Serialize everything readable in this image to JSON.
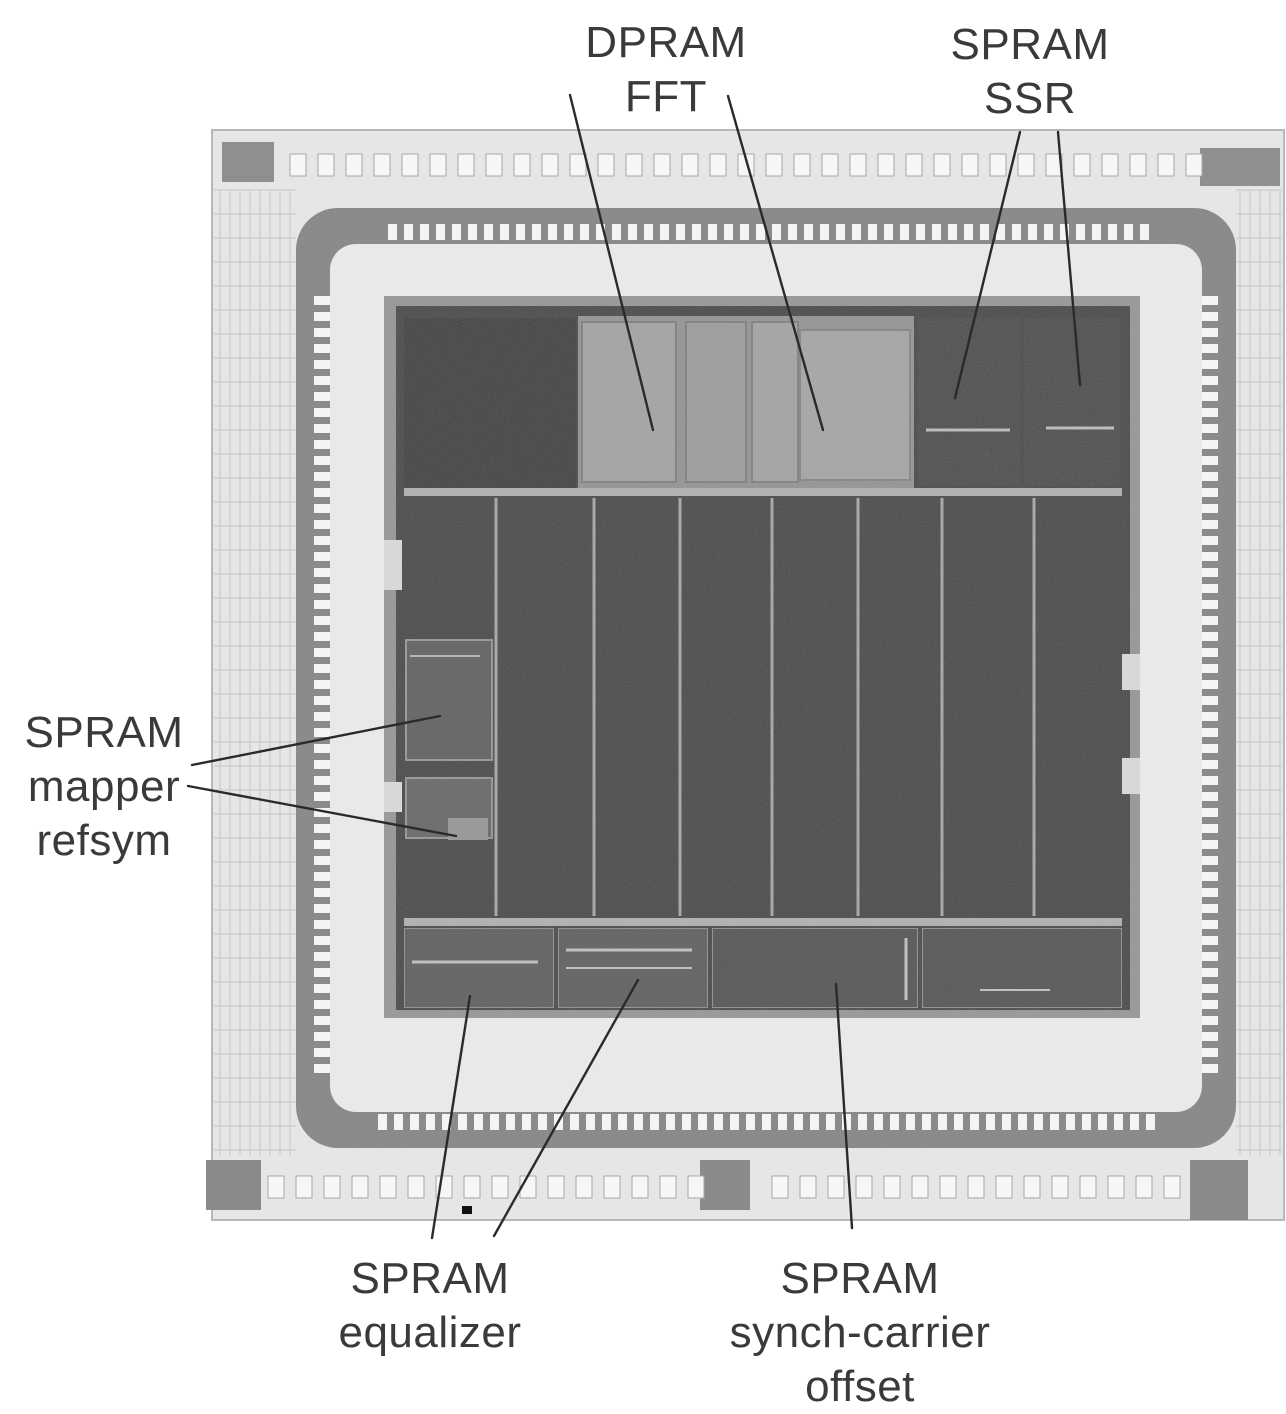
{
  "labels": {
    "dpram_fft": {
      "line1": "DPRAM",
      "line2": "FFT"
    },
    "spram_ssr": {
      "line1": "SPRAM",
      "line2": "SSR"
    },
    "spram_mapper_refsym": {
      "line1": "SPRAM",
      "line2": "mapper",
      "line3": "refsym"
    },
    "spram_equalizer": {
      "line1": "SPRAM",
      "line2": "equalizer"
    },
    "spram_synch_carrier_offset": {
      "line1": "SPRAM",
      "line2": "synch-carrier",
      "line3": "offset"
    }
  },
  "colors": {
    "background": "#ffffff",
    "label_text": "#3a3a3a",
    "leader_line": "#2a2a2a",
    "die_core": "#5a5a5a",
    "pad_ring": "#9a9a9a",
    "sram_block": "#8a8a8a",
    "bond_pad": "#f2f2f2"
  }
}
